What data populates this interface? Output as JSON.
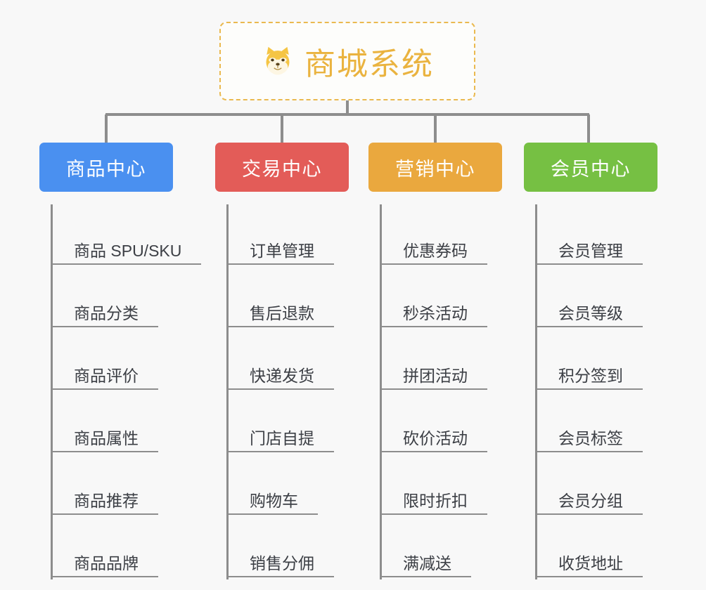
{
  "background_color": "#f8f8f8",
  "root": {
    "icon": "shiba-dog-face-icon",
    "title": "商城系统",
    "title_color": "#eab33f",
    "border_color": "#eab94f",
    "border_style": "dashed"
  },
  "connector_color": "#8d8d8d",
  "columns": [
    {
      "category": "商品中心",
      "color": "#4a90f0",
      "items": [
        "商品 SPU/SKU",
        "商品分类",
        "商品评价",
        "商品属性",
        "商品推荐",
        "商品品牌"
      ]
    },
    {
      "category": "交易中心",
      "color": "#e35c58",
      "items": [
        "订单管理",
        "售后退款",
        "快递发货",
        "门店自提",
        "购物车",
        "销售分佣"
      ]
    },
    {
      "category": "营销中心",
      "color": "#eaa83e",
      "items": [
        "优惠券码",
        "秒杀活动",
        "拼团活动",
        "砍价活动",
        "限时折扣",
        "满减送"
      ]
    },
    {
      "category": "会员中心",
      "color": "#76c043",
      "items": [
        "会员管理",
        "会员等级",
        "积分签到",
        "会员标签",
        "会员分组",
        "收货地址"
      ]
    }
  ]
}
